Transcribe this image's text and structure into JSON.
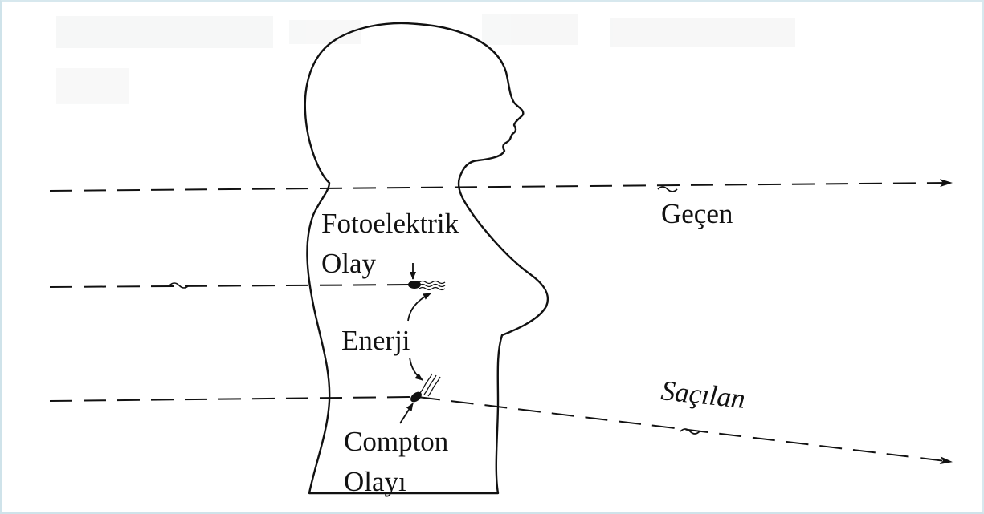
{
  "labels": {
    "transmitted": "Geçen",
    "photoelectric_line1": "Fotoelektrik",
    "photoelectric_line2": "Olay",
    "energy": "Enerji",
    "scattered": "Saçılan",
    "compton_line1": "Compton",
    "compton_line2": "Olayı"
  },
  "icons": [
    "wave-tilde-icon",
    "arrowhead-icon",
    "photon-squiggle-icon"
  ]
}
